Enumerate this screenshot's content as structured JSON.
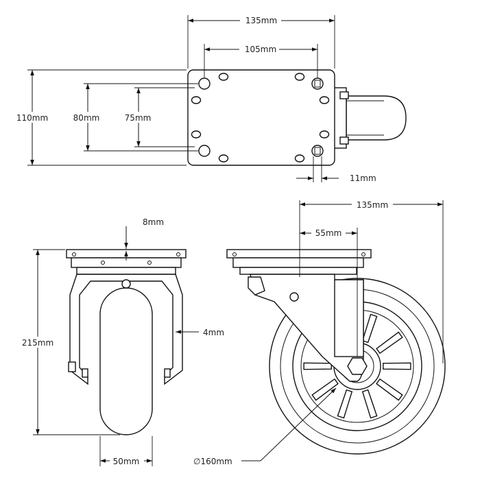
{
  "dimensions": {
    "top_width": "135mm",
    "top_hole_spacing": "105mm",
    "top_height": "110mm",
    "top_hole_height_80": "80mm",
    "top_hole_height_75": "75mm",
    "slot_width": "11mm",
    "plate_thickness": "8mm",
    "overall_height": "215mm",
    "fork_gap": "4mm",
    "wheel_width": "50mm",
    "side_width": "135mm",
    "offset": "55mm",
    "wheel_diameter": "∅160mm"
  }
}
